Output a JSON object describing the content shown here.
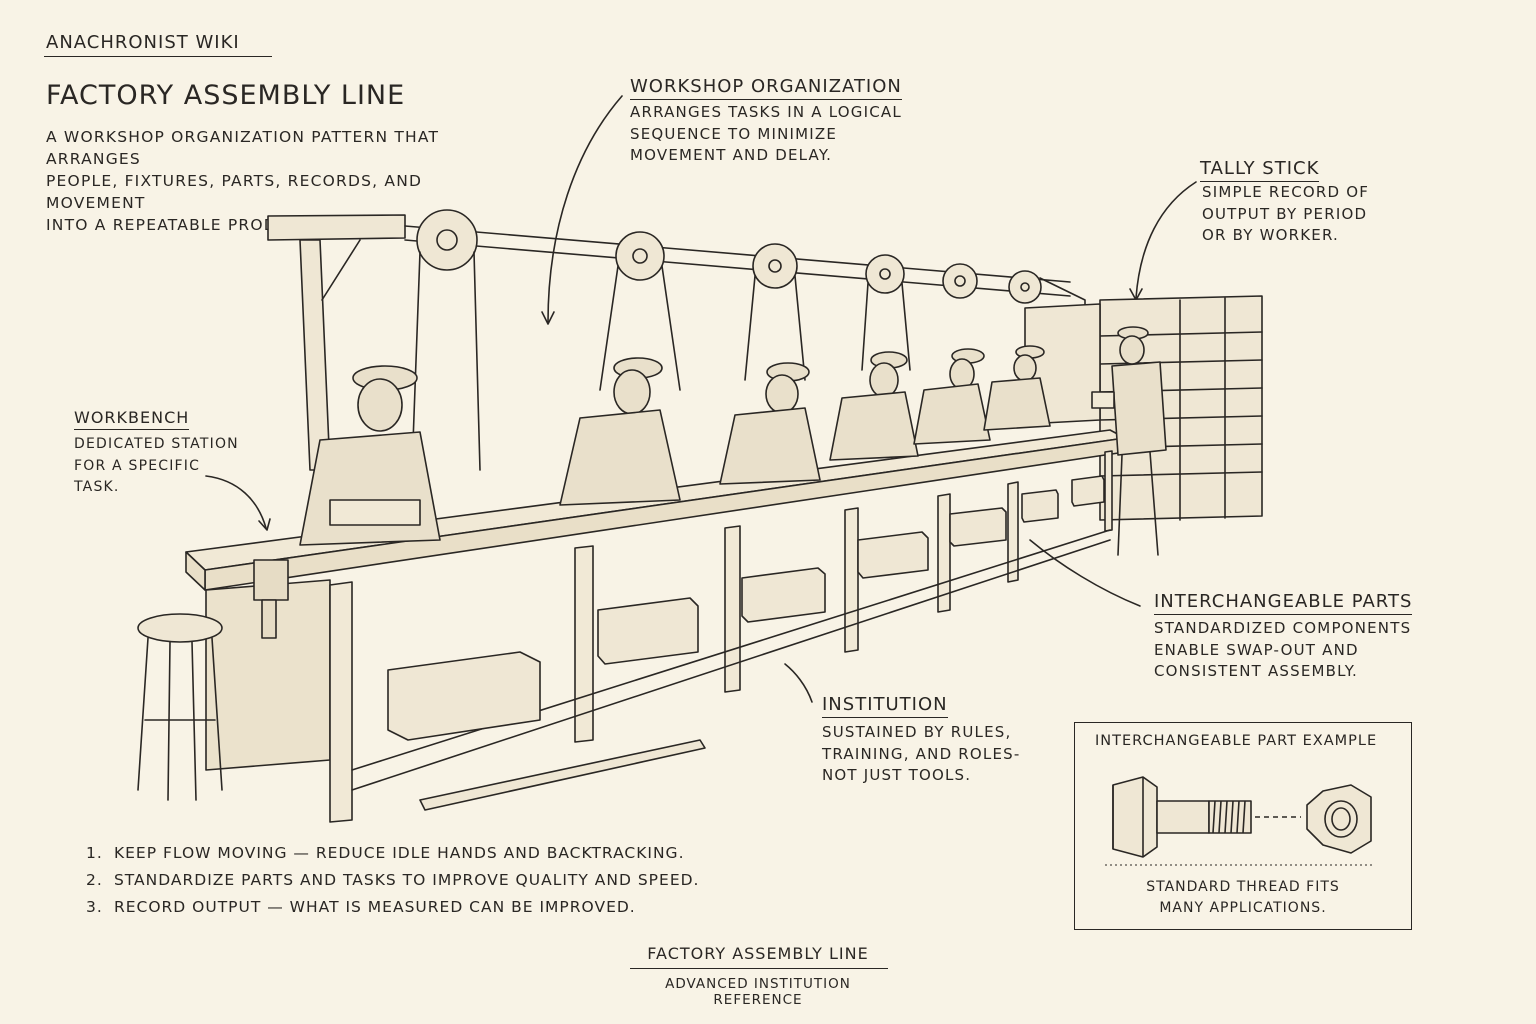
{
  "header": {
    "wiki_name": "ANACHRONIST WIKI",
    "title": "FACTORY ASSEMBLY LINE",
    "intro_lines": [
      "A WORKSHOP ORGANIZATION PATTERN THAT ARRANGES",
      "PEOPLE, FIXTURES, PARTS, RECORDS, AND MOVEMENT",
      "INTO A REPEATABLE PRODUCTION FLOW."
    ]
  },
  "callouts": {
    "workshop": {
      "title": "WORKSHOP ORGANIZATION",
      "lines": [
        "ARRANGES TASKS IN A LOGICAL",
        "SEQUENCE TO MINIMIZE",
        "MOVEMENT AND DELAY."
      ]
    },
    "tally": {
      "title": "TALLY STICK",
      "lines": [
        "SIMPLE RECORD OF",
        "OUTPUT BY PERIOD",
        "OR BY WORKER."
      ]
    },
    "workbench": {
      "title": "WORKBENCH",
      "lines": [
        "DEDICATED STATION",
        "FOR A SPECIFIC",
        "TASK."
      ]
    },
    "parts": {
      "title": "INTERCHANGEABLE PARTS",
      "lines": [
        "STANDARDIZED COMPONENTS",
        "ENABLE SWAP-OUT AND",
        "CONSISTENT ASSEMBLY."
      ]
    },
    "institution": {
      "title": "INSTITUTION",
      "lines": [
        "SUSTAINED BY RULES,",
        "TRAINING, AND ROLES-",
        "NOT JUST TOOLS."
      ]
    }
  },
  "rules": [
    {
      "num": "1.",
      "text": "KEEP FLOW MOVING — REDUCE IDLE HANDS AND BACKTRACKING."
    },
    {
      "num": "2.",
      "text": "STANDARDIZE PARTS AND TASKS TO IMPROVE QUALITY AND SPEED."
    },
    {
      "num": "3.",
      "text": "RECORD OUTPUT — WHAT IS MEASURED CAN BE IMPROVED."
    }
  ],
  "example": {
    "title": "INTERCHANGEABLE PART EXAMPLE",
    "caption_lines": [
      "STANDARD THREAD FITS",
      "MANY APPLICATIONS."
    ]
  },
  "footer": {
    "title": "FACTORY ASSEMBLY LINE",
    "subtitle": "ADVANCED INSTITUTION REFERENCE"
  },
  "colors": {
    "paper": "#f8f3e6",
    "ink": "#2a2724"
  }
}
